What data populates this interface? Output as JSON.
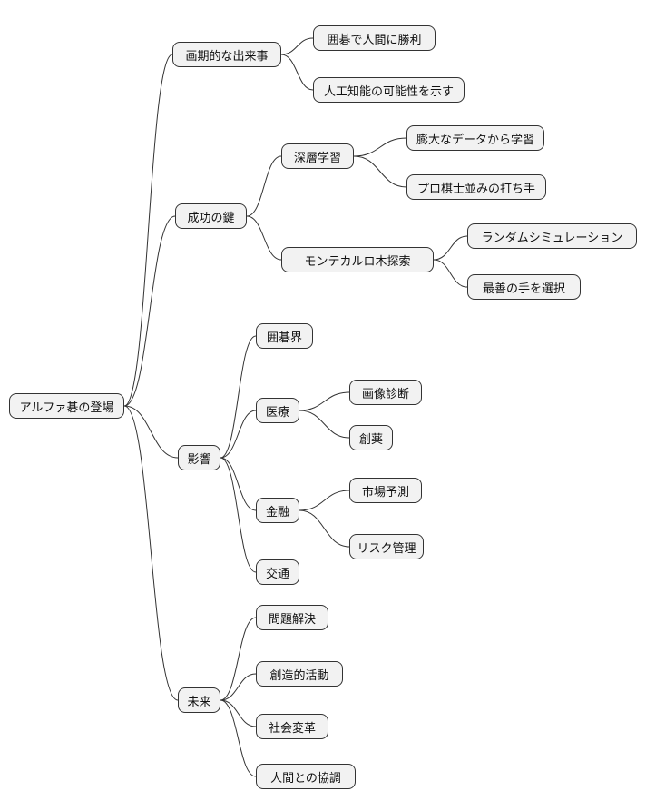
{
  "diagram": {
    "type": "mindmap",
    "title": "アルファ碁の登場",
    "colors": {
      "node_fill": "#f2f2f2",
      "node_border": "#333333",
      "edge": "#333333",
      "background": "#ffffff"
    },
    "root": {
      "label": "アルファ碁の登場"
    },
    "branches": [
      {
        "label": "画期的な出来事",
        "children": [
          {
            "label": "囲碁で人間に勝利"
          },
          {
            "label": "人工知能の可能性を示す"
          }
        ]
      },
      {
        "label": "成功の鍵",
        "children": [
          {
            "label": "深層学習",
            "children": [
              {
                "label": "膨大なデータから学習"
              },
              {
                "label": "プロ棋士並みの打ち手"
              }
            ]
          },
          {
            "label": "モンテカルロ木探索",
            "children": [
              {
                "label": "ランダムシミュレーション"
              },
              {
                "label": "最善の手を選択"
              }
            ]
          }
        ]
      },
      {
        "label": "影響",
        "children": [
          {
            "label": "囲碁界"
          },
          {
            "label": "医療",
            "children": [
              {
                "label": "画像診断"
              },
              {
                "label": "創薬"
              }
            ]
          },
          {
            "label": "金融",
            "children": [
              {
                "label": "市場予測"
              },
              {
                "label": "リスク管理"
              }
            ]
          },
          {
            "label": "交通"
          }
        ]
      },
      {
        "label": "未来",
        "children": [
          {
            "label": "問題解決"
          },
          {
            "label": "創造的活動"
          },
          {
            "label": "社会変革"
          },
          {
            "label": "人間との協調"
          }
        ]
      }
    ]
  }
}
